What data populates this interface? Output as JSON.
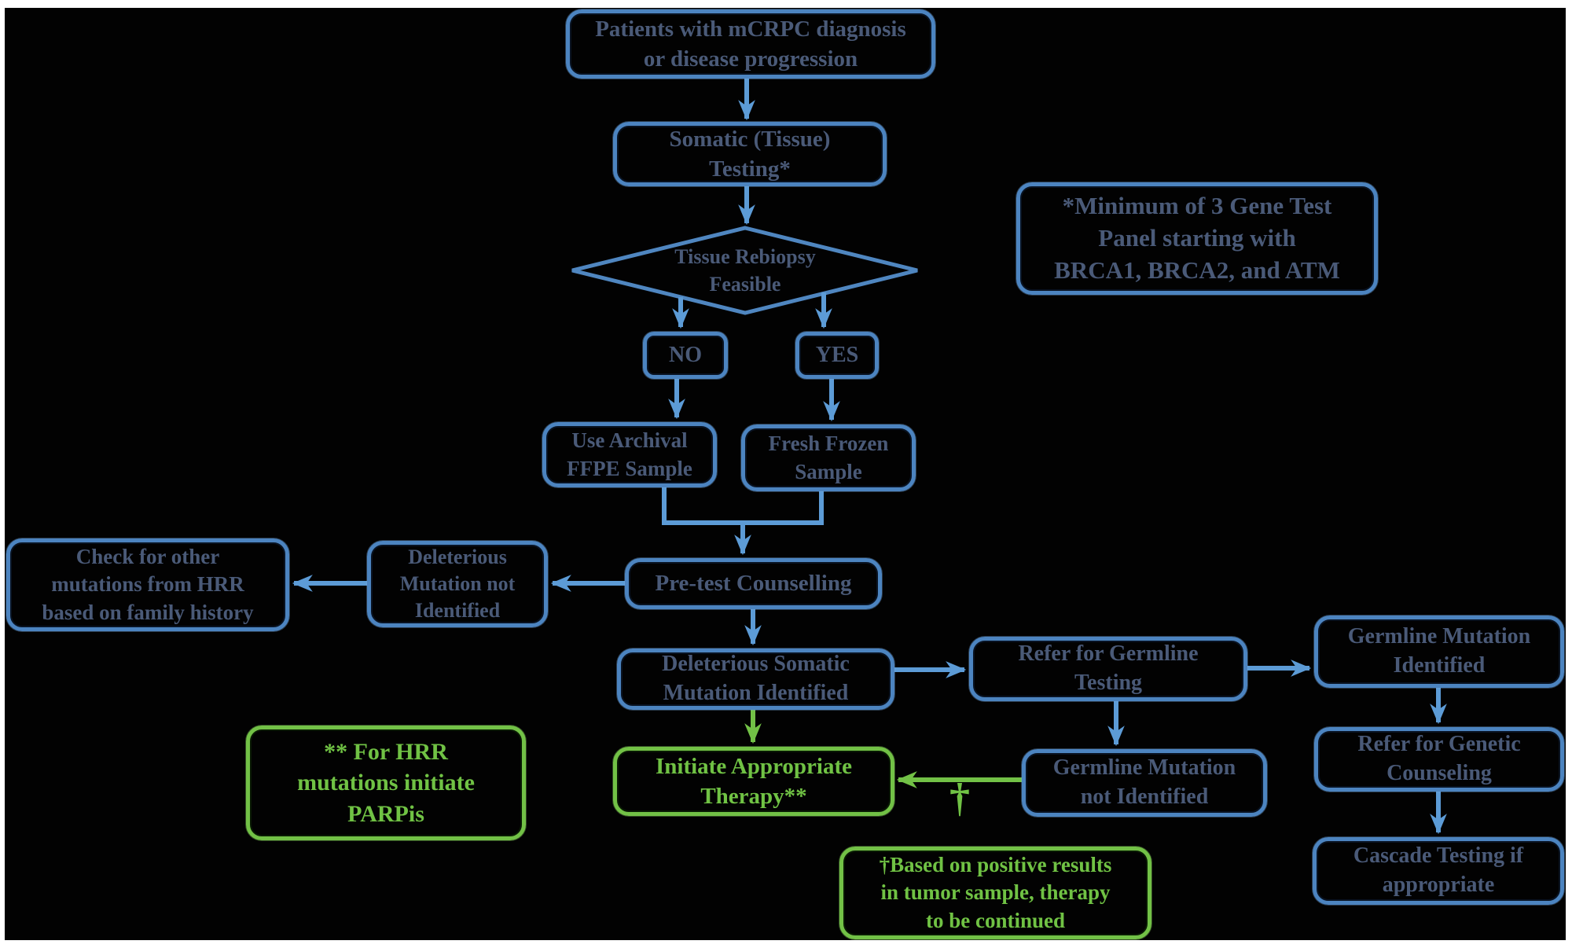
{
  "figure": {
    "title": "mCRPC somatic and germline testing flowchart",
    "colors": {
      "background": "#020202",
      "page_margin": "#ffffff",
      "blue_border": "#4c84c0",
      "blue_text": "#4a5a78",
      "arrow_blue": "#5c9bd6",
      "green": "#72c146"
    },
    "nodes": {
      "patients": "Patients with mCRPC diagnosis\nor disease progression",
      "somatic": "Somatic (Tissue)\nTesting*",
      "rebiopsy": "Tissue Rebiopsy\nFeasible",
      "gene_panel_note": "*Minimum of 3 Gene Test\nPanel starting with\nBRCA1, BRCA2, and ATM",
      "no": "NO",
      "yes": "YES",
      "ffpe": "Use Archival\nFFPE Sample",
      "fresh_frozen": "Fresh Frozen\nSample",
      "pretest": "Pre-test Counselling",
      "del_not_identified": "Deleterious\nMutation not\nIdentified",
      "check_hrr": "Check for other\nmutations from HRR\nbased on family history",
      "del_somatic": "Deleterious Somatic\nMutation Identified",
      "refer_germline": "Refer for Germline\nTesting",
      "germline_identified": "Germline Mutation\nIdentified",
      "refer_genetic": "Refer for Genetic\nCounseling",
      "cascade": "Cascade Testing if\nappropriate",
      "germline_not_identified": "Germline Mutation\nnot Identified",
      "initiate": "Initiate Appropriate\nTherapy**",
      "hrr_note": "** For HRR\nmutations initiate\nPARPis",
      "dagger_note": "†Based on positive results\nin tumor sample, therapy\nto be continued",
      "dagger_marker": "†"
    }
  }
}
